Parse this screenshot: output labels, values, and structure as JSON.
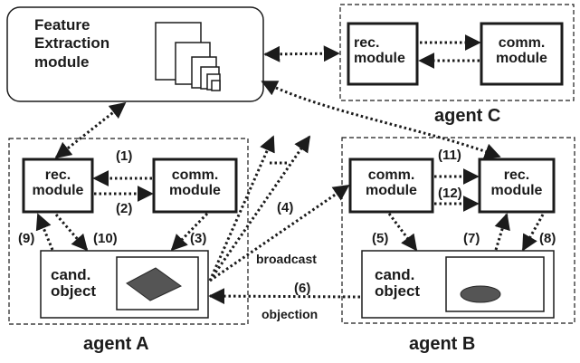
{
  "feature_module": {
    "label_line1": "Feature",
    "label_line2": "Extraction",
    "label_line3": "module"
  },
  "agents": {
    "a": {
      "name": "agent A",
      "rec_line1": "rec.",
      "rec_line2": "module",
      "comm_line1": "comm.",
      "comm_line2": "module",
      "cand_line1": "cand.",
      "cand_line2": "object"
    },
    "b": {
      "name": "agent B",
      "rec_line1": "rec.",
      "rec_line2": "module",
      "comm_line1": "comm.",
      "comm_line2": "module",
      "cand_line1": "cand.",
      "cand_line2": "object"
    },
    "c": {
      "name": "agent C",
      "rec_line1": "rec.",
      "rec_line2": "module",
      "comm_line1": "comm.",
      "comm_line2": "module"
    }
  },
  "steps": [
    "(1)",
    "(2)",
    "(3)",
    "(4)",
    "(5)",
    "(6)",
    "(7)",
    "(8)",
    "(9)",
    "(10)",
    "(11)",
    "(12)"
  ],
  "edge_labels": {
    "broadcast": "broadcast",
    "objection": "objection"
  },
  "colors": {
    "stroke": "#1b1b1b",
    "object_fill": "#555555"
  }
}
